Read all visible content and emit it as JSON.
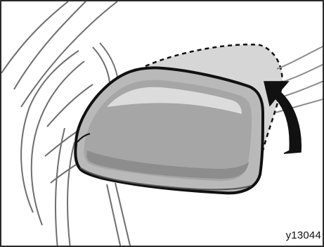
{
  "figure": {
    "code": "y13044"
  },
  "icons": {
    "mirror": "car-side-mirror-folding",
    "arrow": "curved-arrow-fold"
  },
  "colors": {
    "outline": "#111111",
    "mirror_fill": "#b9b9b9",
    "mirror_shadow": "#8d8d8d",
    "ghost_fill": "#d6d6d6",
    "arrow_fill": "#111111"
  }
}
